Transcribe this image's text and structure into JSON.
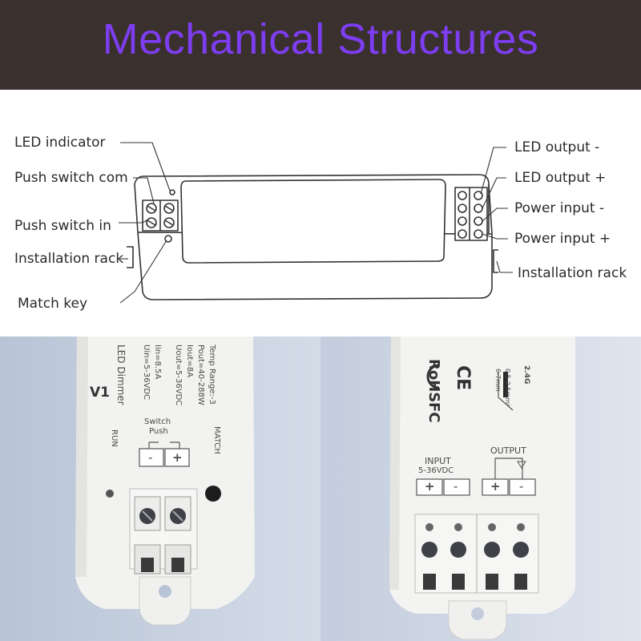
{
  "banner": {
    "title": "Mechanical Structures",
    "bg": "#3a302d",
    "color": "#7d3df0"
  },
  "diagram": {
    "labels_left": [
      "LED indicator",
      "Push switch com",
      "Push switch in",
      "Installation rack",
      "Match key"
    ],
    "labels_right": [
      "LED output -",
      "LED output +",
      "Power input -",
      "Power input +",
      "Installation rack"
    ]
  },
  "photo_left": {
    "model": "V1",
    "product": "LED Dimmer",
    "specs": [
      "Uin=5-36VDC",
      "Iin=8.5A",
      "Uout=5-36VDC",
      "Iout=8A",
      "Pout=40-288W",
      "Temp Range:-3"
    ],
    "run_label": "RUN",
    "match_label": "MATCH",
    "switch_label": "Switch",
    "push_label": "Push",
    "minus": "-",
    "plus": "+"
  },
  "photo_right": {
    "rohs": "RoHS",
    "fc": "FC",
    "ce": "CE",
    "wire_spec_1": "0.5-2.5mm²",
    "wire_spec_2": "6-7mm",
    "wireless": "2.4G",
    "input_label": "INPUT",
    "input_voltage": "5-36VDC",
    "output_label": "OUTPUT",
    "plus": "+",
    "minus": "-"
  }
}
